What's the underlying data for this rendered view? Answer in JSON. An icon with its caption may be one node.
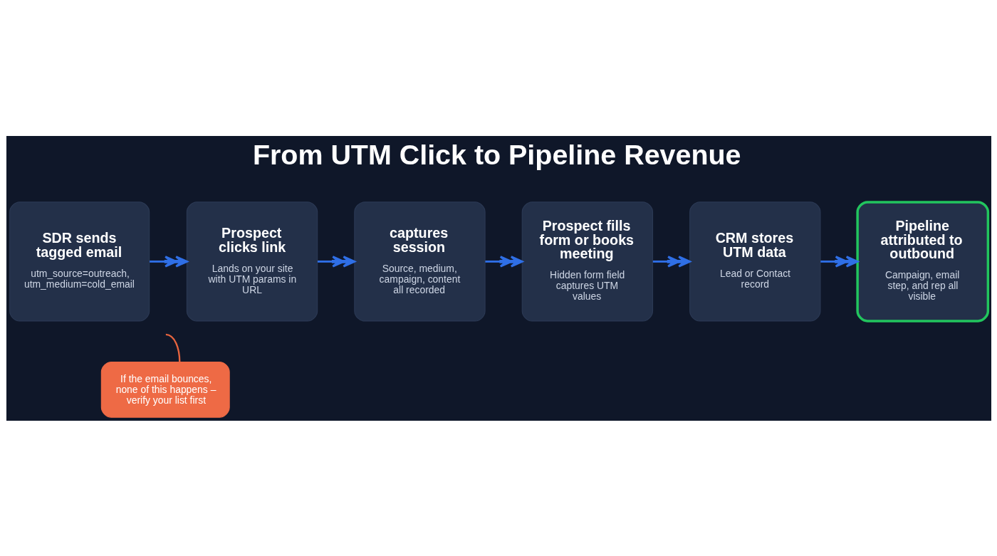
{
  "diagram": {
    "title": "From UTM Click to Pipeline Revenue",
    "nodes": [
      {
        "text": [
          "SDR sends tagged email",
          "utm_source=outreach, utm_medium=cold_email"
        ]
      },
      {
        "text": [
          "Prospect clicks link",
          "Lands on your site with UTM params in URL"
        ]
      },
      {
        "text": [
          "captures session",
          "Source, medium, campaign, content all recorded"
        ]
      },
      {
        "text": [
          "Prospect fills form or books meeting",
          "Hidden form field captures UTM values"
        ]
      },
      {
        "text": [
          "CRM stores UTM data",
          "Lead or Contact record"
        ]
      },
      {
        "text": [
          "Pipeline attributed to outbound",
          "Campaign, email step, and rep all visible"
        ]
      },
      {
        "text": [
          "If the email bounces, none of this happens – verify your list first"
        ]
      }
    ],
    "edges": [
      {
        "from": 0,
        "to": 1,
        "arrow": "to"
      },
      {
        "from": 1,
        "to": 2,
        "arrow": "to"
      },
      {
        "from": 2,
        "to": 3,
        "arrow": "to"
      },
      {
        "from": 3,
        "to": 4,
        "arrow": "to"
      },
      {
        "from": 4,
        "to": 5,
        "arrow": "to"
      },
      {
        "from": 6,
        "to": null,
        "arrow": "none",
        "color": "#e8653f"
      }
    ]
  }
}
